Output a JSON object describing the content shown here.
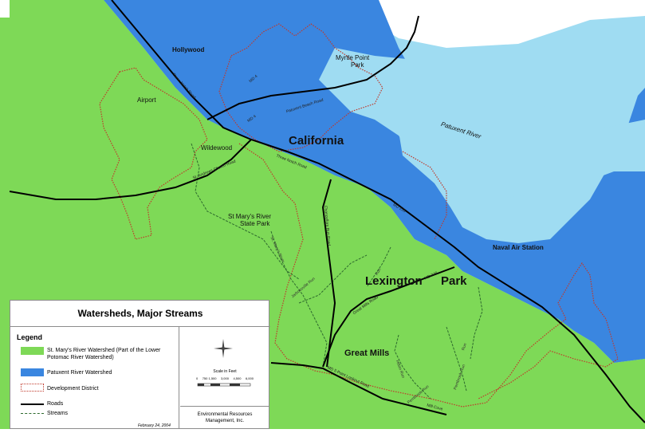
{
  "map_title": "Watersheds, Major Streams",
  "colors": {
    "st_marys_watershed": "#7ed957",
    "patuxent_watershed": "#3a86e0",
    "water": "#9fdcf2",
    "development_district": "#c0392b",
    "roads": "#000000",
    "streams": "#2e6b2e"
  },
  "places": {
    "california": "California",
    "lexington": "Lexington",
    "park": "Park",
    "great_mills": "Great Mills",
    "hollywood": "Hollywood",
    "naval_air_station": "Naval Air Station",
    "airport": "Airport",
    "wildewood": "Wildewood",
    "myrtle_point_1": "Myrtle Point",
    "myrtle_point_2": "Park",
    "st_marys_1": "St Mary's River",
    "st_marys_2": "State Park",
    "patuxent_river": "Patuxent River"
  },
  "roads": {
    "three_notch_nw": "Three Notch Road",
    "md4_a": "MD 4",
    "md4_b": "MD 4",
    "patuxent_beach": "Patuxent Beach Road",
    "st_andrews": "St. Andrews Church Road",
    "three_notch_center": "Three Notch Road",
    "md235": "MD 235",
    "chancellors_run": "Chancellors Run Road",
    "great_mills_road": "Great Mills Road",
    "md246": "MD 246",
    "md5_point_lookout": "MD 5 Point Lookout Road",
    "mill_cove": "Mill Cove"
  },
  "streams": {
    "st_marys_river": "St. Mary's River",
    "jarboesville_run": "Jarboesville Run",
    "pembrook_run": "Pembrook Run",
    "hilton_run": "Hilton Run",
    "pembrook_run_2": "Pembrook Run",
    "run_a": "Run",
    "run_b": "Run"
  },
  "legend": {
    "heading": "Legend",
    "items": [
      {
        "label": "St. Mary's River Watershed (Part of the Lower Potomac River Watershed)",
        "color": "#7ed957",
        "kind": "swatch"
      },
      {
        "label": "Patuxent River Watershed",
        "color": "#3a86e0",
        "kind": "swatch"
      },
      {
        "label": "Development District",
        "color": "#c0392b",
        "kind": "dotted"
      },
      {
        "label": "Roads",
        "color": "#000000",
        "kind": "line"
      },
      {
        "label": "Streams",
        "color": "#2e6b2e",
        "kind": "dashed"
      }
    ],
    "scale_title": "Scale in Feet",
    "scale_ticks": [
      "0",
      "750 1,500",
      "3,000",
      "4,500",
      "6,000"
    ],
    "credit_line1": "Environmental Resources",
    "credit_line2": "Management, Inc.",
    "date": "February 24, 2004"
  }
}
